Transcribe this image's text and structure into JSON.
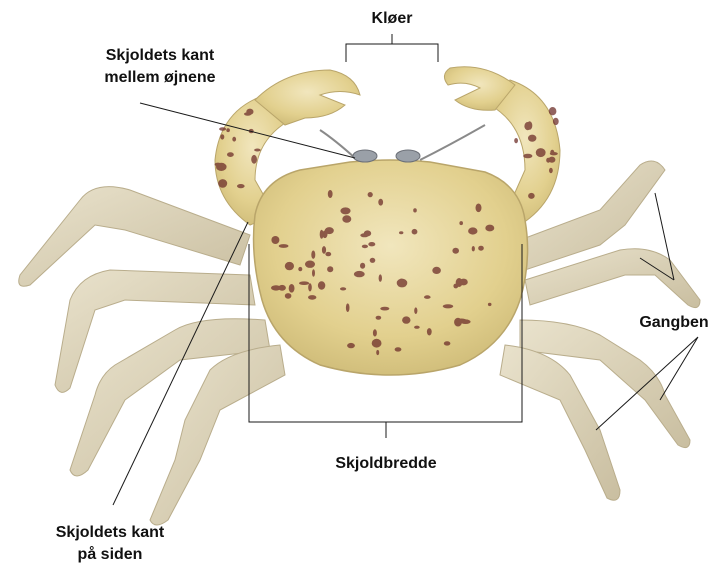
{
  "labels": {
    "claws": "Kløer",
    "carapace_front_edge": [
      "Skjoldets kant",
      "mellem øjnene"
    ],
    "walking_legs": "Gangben",
    "carapace_width": "Skjoldbredde",
    "carapace_side_edge": [
      "Skjoldets kant",
      "på siden"
    ]
  },
  "colors": {
    "shell": "#e2d08e",
    "shell_light": "#f1e6bd",
    "leg": "#ddd3b6",
    "spots": "#6e2f2a",
    "line": "#1a1a1a"
  }
}
